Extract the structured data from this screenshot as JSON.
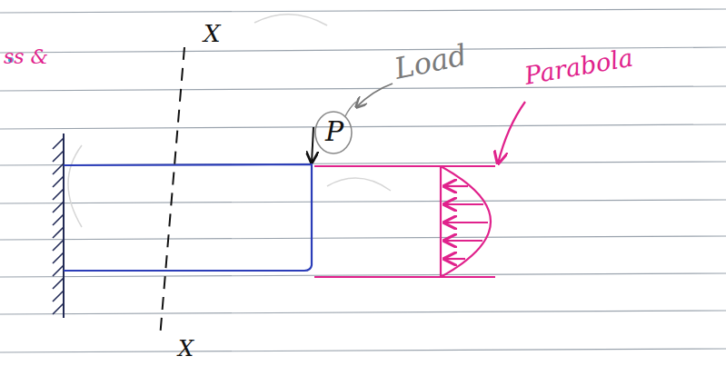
{
  "diagram": {
    "labels": [
      "ss &",
      "X",
      "P",
      "Load",
      "Parabola",
      "X"
    ]
  }
}
